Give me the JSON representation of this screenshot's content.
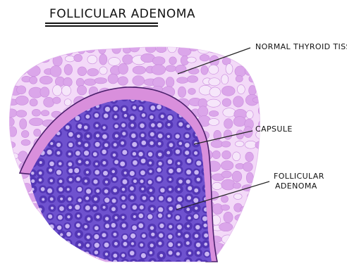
{
  "title": "Follicular Adenoma",
  "labels": {
    "normal_tissue": "Normal Thyroid Tissue",
    "capsule": "Capsule",
    "adenoma_line1": "Follicular",
    "adenoma_line2": "Adenoma"
  },
  "colors": {
    "normal_follicle": "#dba6ea",
    "normal_stroma": "#f3d9f8",
    "colloid_light": "#f6e6fa",
    "capsule_fill": "#d98fdc",
    "capsule_edge": "#4a1f6b",
    "adenoma_bg": "#6f52cf",
    "adenoma_cells": "#5336b5",
    "adenoma_colloid": "#c9b6f2"
  }
}
